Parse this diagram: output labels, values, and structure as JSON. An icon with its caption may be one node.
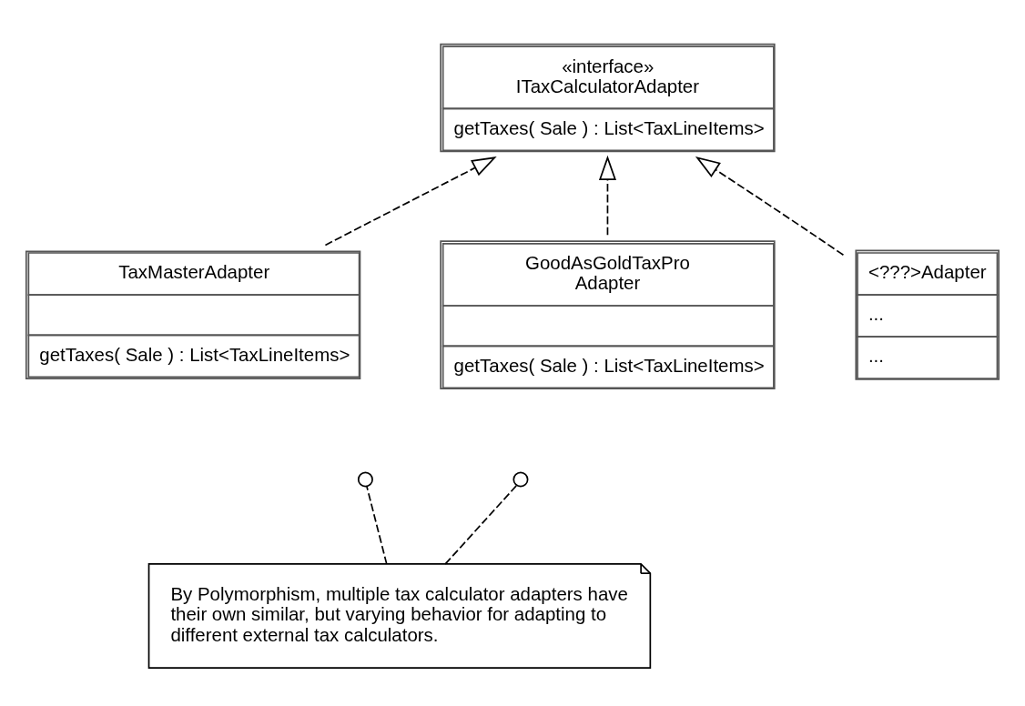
{
  "diagram": {
    "nodes": [
      {
        "text": [
          "«interface»",
          "ITaxCalculatorAdapter",
          "getTaxes( Sale ) : List<TaxLineItems>"
        ]
      },
      {
        "text": [
          "TaxMasterAdapter",
          "getTaxes( Sale ) : List<TaxLineItems>"
        ]
      },
      {
        "text": [
          "GoodAsGoldTaxPro Adapter",
          "getTaxes( Sale ) : List<TaxLineItems>"
        ]
      },
      {
        "text": [
          "<???>Adapter",
          "...",
          "..."
        ]
      },
      {
        "text": [],
        "shape": "circle"
      },
      {
        "text": [],
        "shape": "circle"
      },
      {
        "text": [
          "By Polymorphism, multiple tax calculator adapters have their own similar, but varying behavior for adapting to different external tax calculators."
        ]
      }
    ],
    "edges": [
      {
        "from": 1,
        "to": 0,
        "arrow": "to",
        "style": "dashed"
      },
      {
        "from": 2,
        "to": 0,
        "arrow": "to",
        "style": "dashed"
      },
      {
        "from": 3,
        "to": 0,
        "arrow": "to",
        "style": "dashed"
      },
      {
        "from": 6,
        "to": 4,
        "arrow": "none",
        "style": "dashed"
      },
      {
        "from": 6,
        "to": 5,
        "arrow": "none",
        "style": "dashed"
      }
    ]
  }
}
